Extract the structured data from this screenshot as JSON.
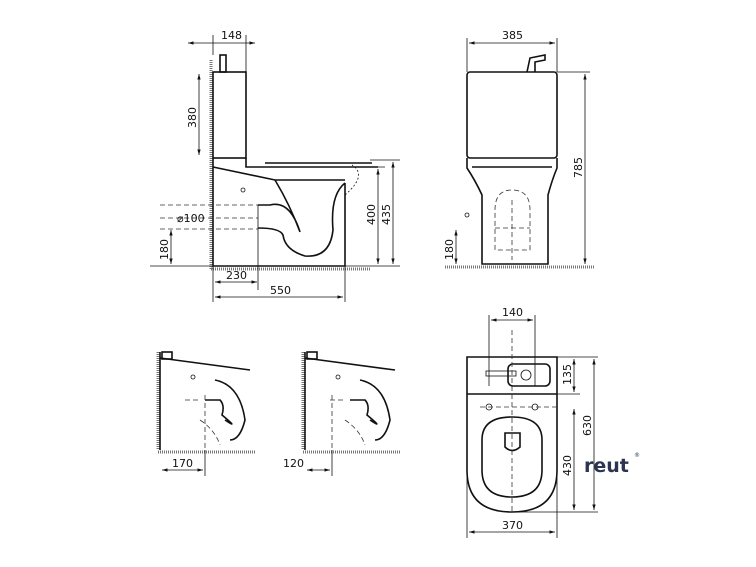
{
  "side_view": {
    "tank_depth": "148",
    "tank_height": "380",
    "outlet_diameter": "⌀100",
    "outlet_height": "180",
    "outlet_depth": "230",
    "total_depth": "550",
    "bowl_height": "400",
    "seat_height": "435"
  },
  "front_view": {
    "width": "385",
    "total_height": "785",
    "outlet_height": "180"
  },
  "section_views": {
    "left_offset": "170",
    "right_offset": "120"
  },
  "top_view": {
    "fixing_spacing": "140",
    "tank_depth": "135",
    "total_length": "630",
    "bowl_length": "430",
    "width": "370"
  },
  "logo": {
    "text": "reut",
    "mark": "®",
    "color": "#2c3550"
  }
}
